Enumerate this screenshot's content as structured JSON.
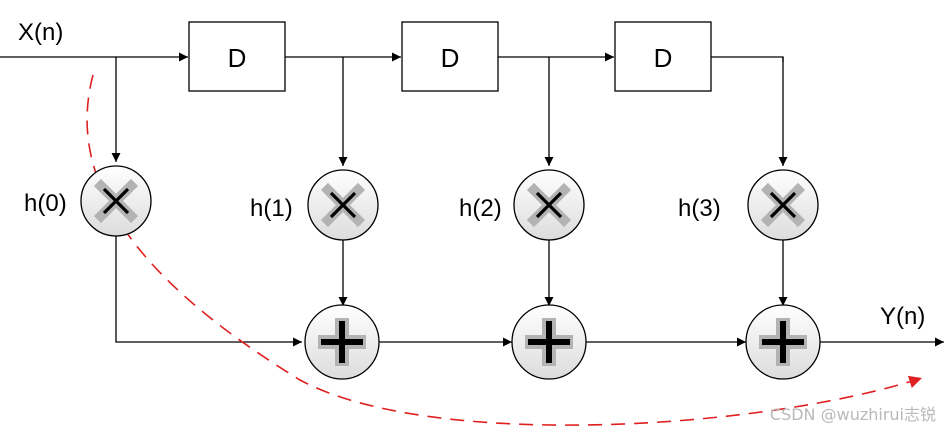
{
  "input_label": "X(n)",
  "output_label": "Y(n)",
  "delay_blocks": [
    "D",
    "D",
    "D"
  ],
  "coefficients": [
    "h(0)",
    "h(1)",
    "h(2)",
    "h(3)"
  ],
  "watermark": "CSDN @wuzhirui志锐",
  "colors": {
    "line": "#000000",
    "node_fill_top": "#ffffff",
    "node_fill_bottom": "#dcdcdc",
    "operator_shadow": "#b3b3b3",
    "dashed_arrow": "#e02020"
  },
  "icons": {
    "multiplier": "times-icon",
    "adder": "plus-icon"
  }
}
